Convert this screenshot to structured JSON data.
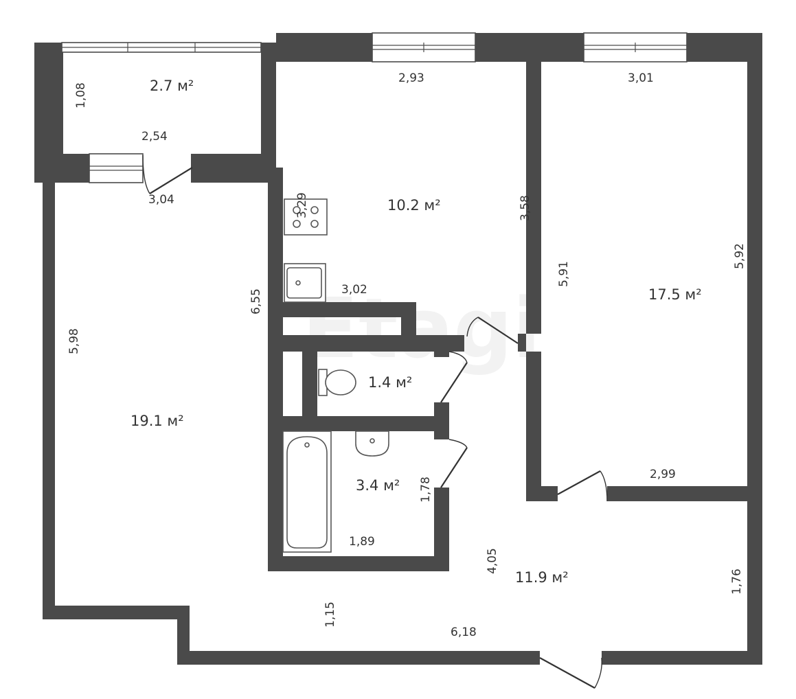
{
  "watermark": "Etagi",
  "rooms": {
    "balcony": {
      "area": "2.7 м²",
      "dims": [
        "1,08",
        "2,54"
      ]
    },
    "kitchen": {
      "area": "10.2 м²",
      "dims": [
        "2,93",
        "3,58",
        "3,29",
        "3,02"
      ]
    },
    "bedroom": {
      "area": "17.5 м²",
      "dims": [
        "3,01",
        "5,92",
        "5,91",
        "2,99"
      ]
    },
    "living": {
      "area": "19.1 м²",
      "dims": [
        "5,98",
        "6,55",
        "3,04"
      ]
    },
    "toilet": {
      "area": "1.4 м²"
    },
    "bathroom": {
      "area": "3.4 м²",
      "dims": [
        "1,78",
        "1,89"
      ]
    },
    "hall": {
      "area": "11.9 м²",
      "dims": [
        "4,05",
        "1,76",
        "1,15",
        "6,18"
      ]
    }
  },
  "colors": {
    "wall": "#4a4a4a",
    "text": "#333333",
    "background": "#ffffff"
  }
}
